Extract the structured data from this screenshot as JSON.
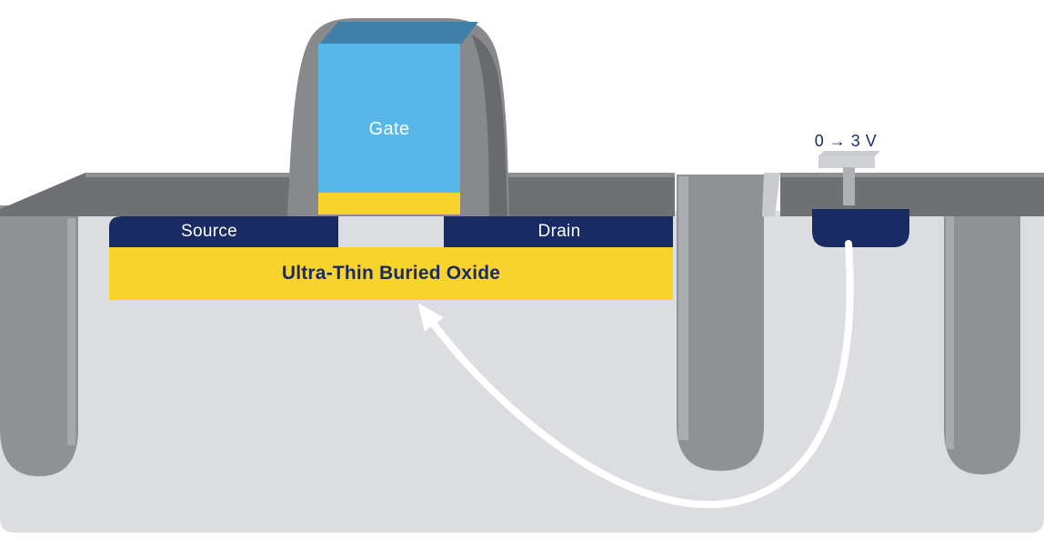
{
  "diagram": {
    "description": "Cross-section diagram of an FD-SOI transistor with back-bias contact",
    "labels": {
      "gate": "Gate",
      "source": "Source",
      "drain": "Drain",
      "buried_oxide": "Ultra-Thin Buried Oxide",
      "voltage": "0 → 3 V"
    },
    "colors": {
      "navy": "#1a2a63",
      "yellow": "#f8d32b",
      "gate_blue": "#57b7e9",
      "gate_top_blue": "#3f7fa8",
      "surface_gray": "#6e7073",
      "surface_highlight": "#96989b",
      "trench_gray": "#8f9295",
      "trench_highlight": "#b9bbbe",
      "spacer_gray": "#87898c",
      "spacer_dark": "#636567",
      "substrate_light": "#dbdde1",
      "contact_gray": "#cfd1d4",
      "contact_dark": "#aeb0b3",
      "sliver_gray": "#c9cbce",
      "arrow_white": "#ffffff"
    }
  }
}
